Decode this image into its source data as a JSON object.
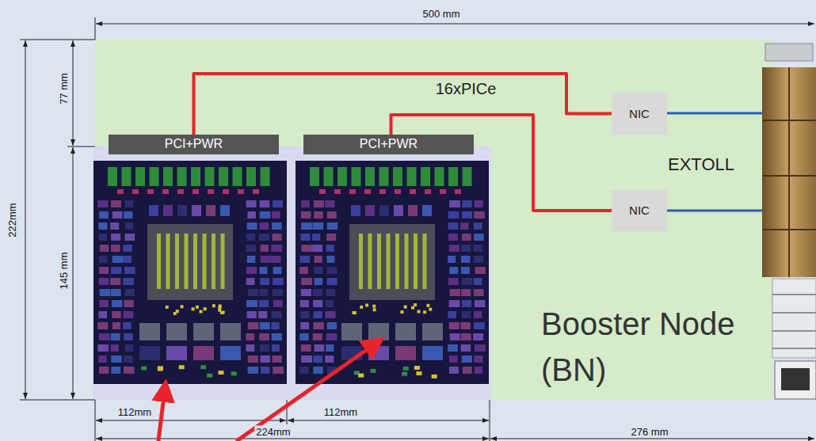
{
  "diagram": {
    "nodes": [
      {
        "text": [
          "Booster Node (BN)"
        ]
      },
      {
        "text": [
          "PCI+PWR"
        ],
        "in": 0
      },
      {
        "text": [
          "PCI+PWR"
        ],
        "in": 0
      },
      {
        "text": [
          "NIC"
        ],
        "in": 0
      },
      {
        "text": [
          "NIC"
        ],
        "in": 0
      }
    ],
    "edges": [
      {
        "from": 1,
        "to": 3,
        "arrow": "none"
      },
      {
        "from": 2,
        "to": 4,
        "arrow": "none"
      }
    ],
    "labels": [
      "500 mm",
      "222mm",
      "77 mm",
      "145 mm",
      "16xPICe",
      "EXTOLL",
      "112mm",
      "112mm",
      "224mm",
      "276 mm"
    ]
  }
}
